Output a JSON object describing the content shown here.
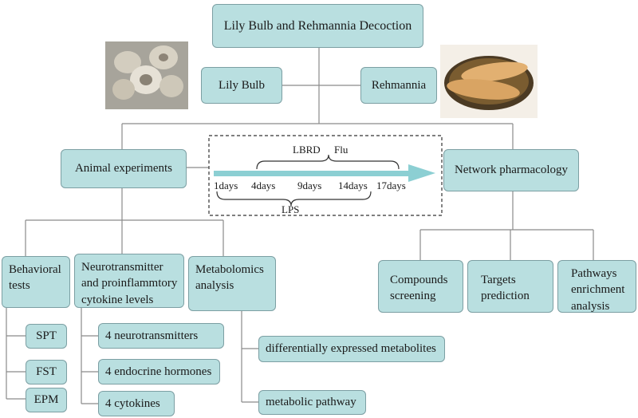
{
  "root": {
    "label": "Lily Bulb and Rehmannia Decoction"
  },
  "herbs": {
    "lily": "Lily Bulb",
    "rehmannia": "Rehmannia"
  },
  "branches": {
    "animal": "Animal experiments",
    "network": "Network pharmacology"
  },
  "timeline": {
    "treatments": [
      "LBRD",
      "Flu"
    ],
    "days": [
      "1days",
      "4days",
      "9days",
      "14days",
      "17days"
    ],
    "lps": "LPS"
  },
  "animal_children": {
    "behavioral": "Behavioral\ntests",
    "neuro": "Neurotransmitter\nand proinflammtory\ncytokine levels",
    "metabolomics": "Metabolomics\nanalysis"
  },
  "behavioral_items": [
    "SPT",
    "FST",
    "EPM"
  ],
  "neuro_items": [
    "4 neurotransmitters",
    "4 endocrine hormones",
    "4 cytokines"
  ],
  "metabolomics_items": [
    "differentially expressed metabolites",
    "metabolic pathway"
  ],
  "network_children": {
    "compounds": "Compounds\nscreening",
    "targets": "Targets\nprediction",
    "pathways": "Pathways\nenrichment\nanalysis"
  },
  "colors": {
    "box_fill": "#b9dfe0",
    "box_border": "#7c9fa3",
    "arrow": "#8ccfd3",
    "line": "#8a8a8a"
  }
}
